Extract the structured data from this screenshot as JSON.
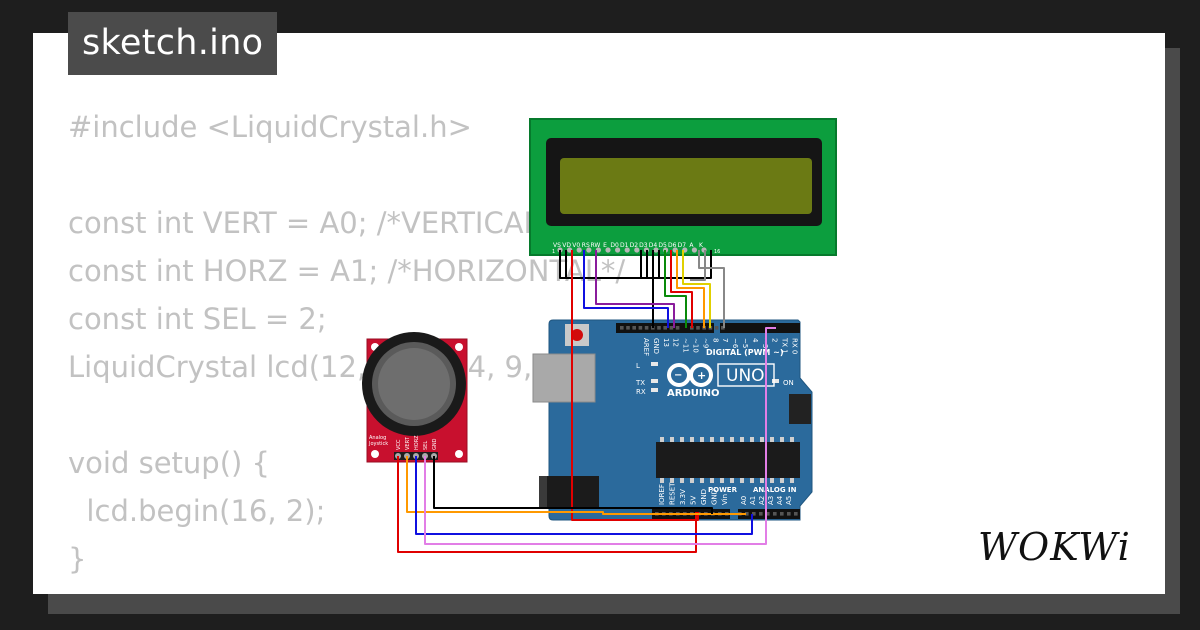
{
  "title": "sketch.ino",
  "code_lines": [
    "#include <LiquidCrystal.h>",
    "",
    "const int VERT = A0; /*VERTICAL*/",
    "const int HORZ = A1; /*HORIZONTAL*/",
    "const int SEL = 2;",
    "LiquidCrystal lcd(12, 11, 5, 4, 9, 8);",
    "",
    "void setup() {",
    "  lcd.begin(16, 2);",
    "}"
  ],
  "lcd": {
    "pin_labels": [
      "VS",
      "VD",
      "V0",
      "RS",
      "RW",
      "E",
      "D0",
      "D1",
      "D2",
      "D3",
      "D4",
      "D5",
      "D6",
      "D7",
      "A",
      "K"
    ],
    "pin_first": "1",
    "pin_last": "16",
    "screen_color": "#6b7a14"
  },
  "arduino": {
    "model": "UNO",
    "brand": "ARDUINO",
    "digital_label": "DIGITAL (PWM ~)",
    "digital_pins": [
      "AREF",
      "GND",
      "13",
      "12",
      "~11",
      "~10",
      "~9",
      "8",
      "7",
      "~6",
      "~5",
      "4",
      "~3",
      "2",
      "TX 1",
      "RX 0"
    ],
    "power_label": "POWER",
    "analog_label": "ANALOG IN",
    "power_pins": [
      "IOREF",
      "RESET",
      "3.3V",
      "5V",
      "GND",
      "GND",
      "Vin"
    ],
    "analog_pins": [
      "A0",
      "A1",
      "A2",
      "A3",
      "A4",
      "A5"
    ],
    "led_labels": [
      "L",
      "TX",
      "RX",
      "ON"
    ],
    "board_color": "#2b6a9c"
  },
  "joystick": {
    "label_line1": "Analog",
    "label_line2": "Joystick",
    "pin_labels": [
      "VCC",
      "VERT",
      "HORZ",
      "SEL",
      "GND"
    ],
    "board_color": "#c8102e"
  },
  "logo": {
    "text": "WOKWi"
  },
  "colors": {
    "background": "#1e1e1e",
    "card": "#ffffff",
    "title_tab": "#4b4b4b",
    "code_text": "#c2c2c2"
  }
}
